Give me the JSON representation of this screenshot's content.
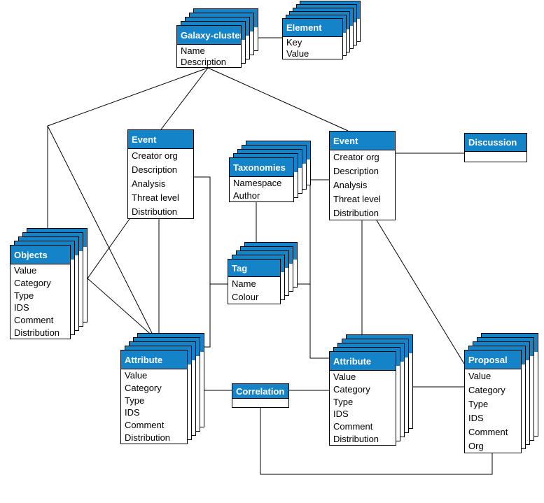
{
  "diagram": {
    "colors": {
      "header_bg": "#1583c8",
      "header_text": "#ffffff",
      "border": "#000000",
      "body_bg": "#ffffff",
      "line_color": "#000000",
      "canvas_bg": "#ffffff"
    },
    "entities": [
      {
        "id": "galaxy-cluster",
        "title": "Galaxy-cluster",
        "fields": [
          "Name",
          "Description"
        ]
      },
      {
        "id": "element",
        "title": "Element",
        "fields": [
          "Key",
          "Value"
        ]
      },
      {
        "id": "event-left",
        "title": "Event",
        "fields": [
          "Creator org",
          "Description",
          "Analysis",
          "Threat level",
          "Distribution"
        ]
      },
      {
        "id": "taxonomies",
        "title": "Taxonomies",
        "fields": [
          "Namespace",
          "Author"
        ]
      },
      {
        "id": "event-right",
        "title": "Event",
        "fields": [
          "Creator org",
          "Description",
          "Analysis",
          "Threat level",
          "Distribution"
        ]
      },
      {
        "id": "discussion",
        "title": "Discussion",
        "fields": []
      },
      {
        "id": "objects",
        "title": "Objects",
        "fields": [
          "Value",
          "Category",
          "Type",
          "IDS",
          "Comment",
          "Distribution"
        ]
      },
      {
        "id": "tag",
        "title": "Tag",
        "fields": [
          "Name",
          "Colour"
        ]
      },
      {
        "id": "attribute-left",
        "title": "Attribute",
        "fields": [
          "Value",
          "Category",
          "Type",
          "IDS",
          "Comment",
          "Distribution"
        ]
      },
      {
        "id": "correlation",
        "title": "Correlation",
        "fields": []
      },
      {
        "id": "attribute-right",
        "title": "Attribute",
        "fields": [
          "Value",
          "Category",
          "Type",
          "IDS",
          "Comment",
          "Distribution"
        ]
      },
      {
        "id": "proposal",
        "title": "Proposal",
        "fields": [
          "Value",
          "Category",
          "Type",
          "IDS",
          "Comment",
          "Org"
        ]
      }
    ]
  }
}
